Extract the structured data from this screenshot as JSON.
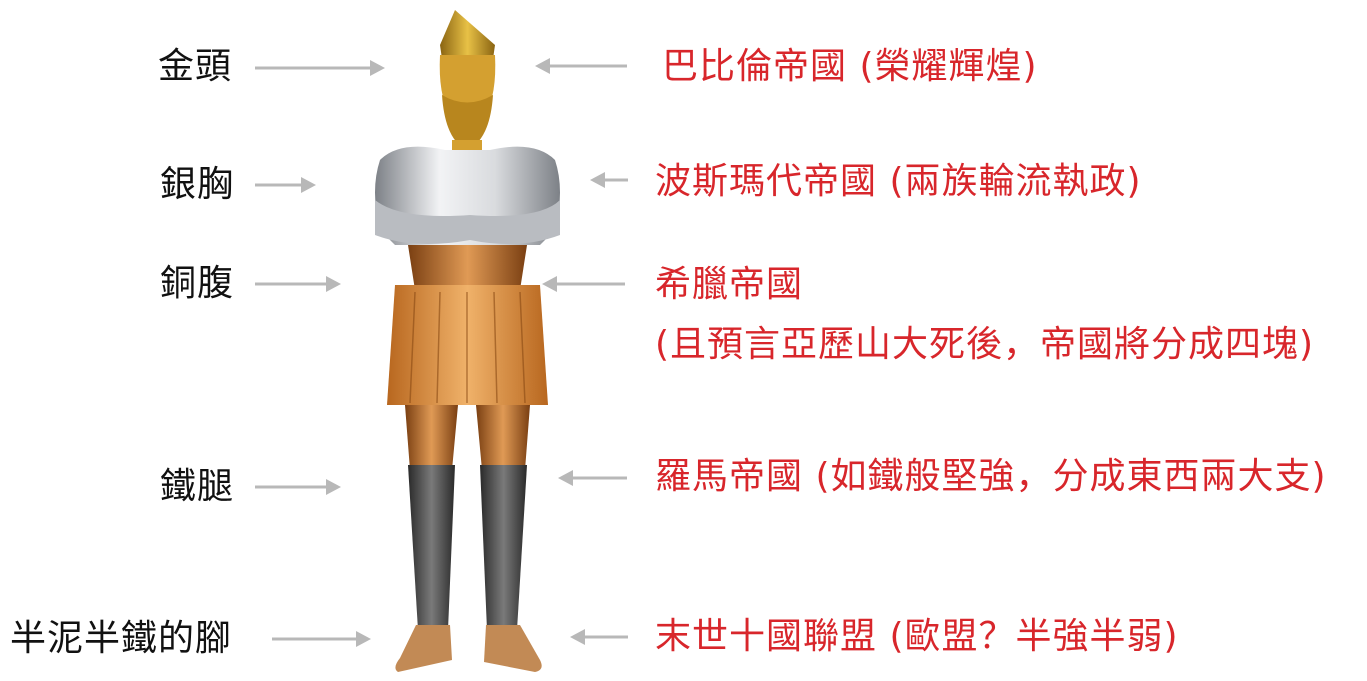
{
  "colors": {
    "left_text": "#111111",
    "right_text": "#d8262b",
    "arrow": "#b8b8b8",
    "gold": "#c9a227",
    "silver": "#c4c7cc",
    "bronze": "#c47a3a",
    "iron": "#4a4a4a",
    "skin": "#c28a55"
  },
  "left_labels": {
    "head": "金頭",
    "chest": "銀胸",
    "belly": "銅腹",
    "legs": "鐵腿",
    "feet": "半泥半鐵的腳"
  },
  "right_labels": {
    "babylon": "巴比倫帝國 (榮耀輝煌)",
    "persia": "波斯瑪代帝國 (兩族輪流執政)",
    "greece_1": "希臘帝國",
    "greece_2": "(且預言亞歷山大死後，帝國將分成四塊)",
    "rome": "羅馬帝國 (如鐵般堅強，分成東西兩大支)",
    "ten_nations": "末世十國聯盟 (歐盟？半強半弱)"
  },
  "icons": {
    "statue": "metal-statue-figure",
    "arrow_right": "arrow-right-icon",
    "arrow_left": "arrow-left-icon"
  }
}
